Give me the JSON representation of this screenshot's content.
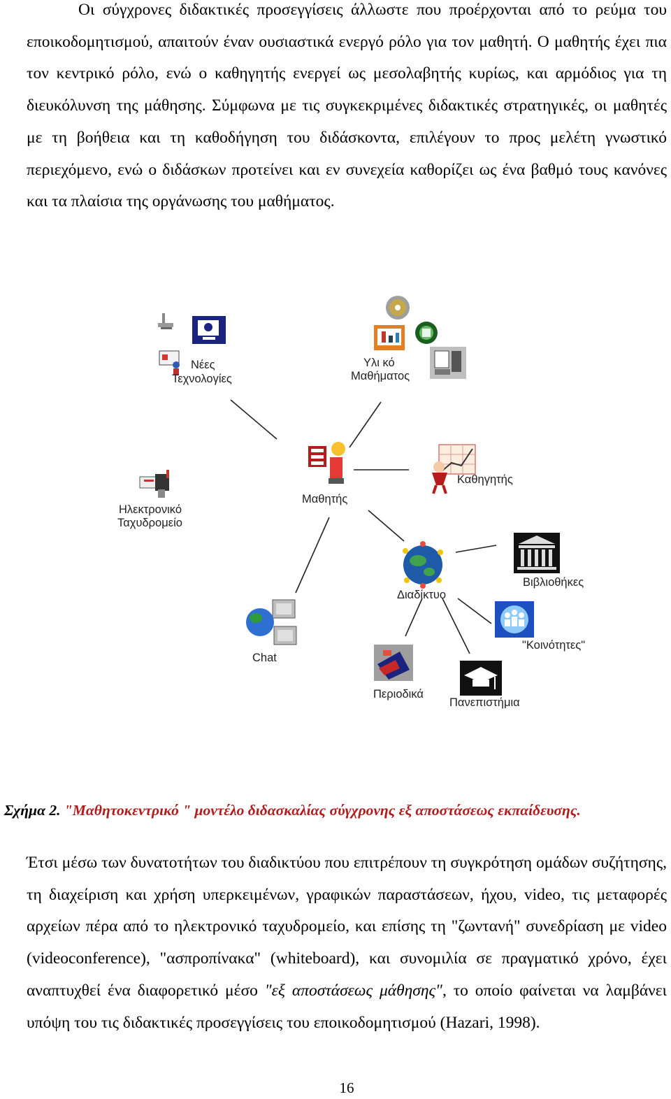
{
  "paragraph1": "Οι σύγχρονες διδακτικές προσεγγίσεις άλλωστε που προέρχονται από το ρεύμα του εποικοδομητισμού, απαιτούν έναν ουσιαστικά ενεργό ρόλο για τον μαθητή. Ο μαθητής έχει πια τον κεντρικό ρόλο, ενώ ο καθηγητής ενεργεί ως μεσολαβητής κυρίως, και αρμόδιος για τη διευκόλυνση της μάθησης. Σύμφωνα με τις συγκεκριμένες διδακτικές στρατηγικές, οι μαθητές με τη βοήθεια και τη καθοδήγηση του διδάσκοντα, επιλέγουν το προς μελέτη γνωστικό περιεχόμενο, ενώ ο διδάσκων προτείνει και εν συνεχεία καθορίζει ως ένα βαθμό τους κανόνες και τα πλαίσια της οργάνωσης του μαθήματος.",
  "figure": {
    "nodes": {
      "new_tech_1": "Νέες",
      "new_tech_2": "Τεχνολογίες",
      "material_1": "Υλι κό",
      "material_2": "Μαθήματος",
      "student": "Μαθητής",
      "teacher": "Καθηγητής",
      "email_1": "Ηλεκτρονικό",
      "email_2": "Ταχυδρομείο",
      "internet": "Διαδίκτυο",
      "libraries": "Βιβλιοθήκες",
      "chat": "Chat",
      "communities": "\"Κοινότητες\"",
      "journals": "Περιοδικά",
      "universities": "Πανεπιστήμια"
    },
    "icons": [
      "podium-icon",
      "computer-monitor-icon",
      "presenter-icon",
      "cd-disc-icon",
      "whiteboard-chart-icon",
      "recycle-icon",
      "workstation-icon",
      "student-with-books-icon",
      "teacher-with-chart-icon",
      "email-mailbox-icon",
      "globe-network-icon",
      "library-building-icon",
      "globe-computers-icon",
      "people-group-icon",
      "books-icon",
      "graduation-cap-icon"
    ],
    "colors": {
      "line": "#222222",
      "caption_text": "#b01c1c"
    }
  },
  "caption": {
    "label": "Σχήμα 2.",
    "text": "\"Μαθητοκεντρικό \" μοντέλο διδασκαλίας σύγχρονης εξ αποστάσεως εκπαίδευσης."
  },
  "paragraph2": {
    "part1": "Έτσι μέσω των δυνατοτήτων του διαδικτύου που επιτρέπουν τη συγκρότηση ομάδων συζήτησης, τη διαχείριση και χρήση υπερκειμένων, γραφικών παραστάσεων, ήχου, video, τις μεταφορές αρχείων πέρα από το ηλεκτρονικό ταχυδρομείο, και επίσης τη \"ζωντανή\" συνεδρίαση με video (videoconference), \"ασπροπίνακα\" (whiteboard), και συνομιλία σε πραγματικό χρόνο, έχει αναπτυχθεί ένα διαφορετικό μέσο ",
    "italic": "\"εξ αποστάσεως μάθησης\"",
    "part2": ", το οποίο φαίνεται να λαμβάνει υπόψη του τις διδακτικές προσεγγίσεις του εποικοδομητισμού (Hazari, 1998)."
  },
  "page_number": "16"
}
